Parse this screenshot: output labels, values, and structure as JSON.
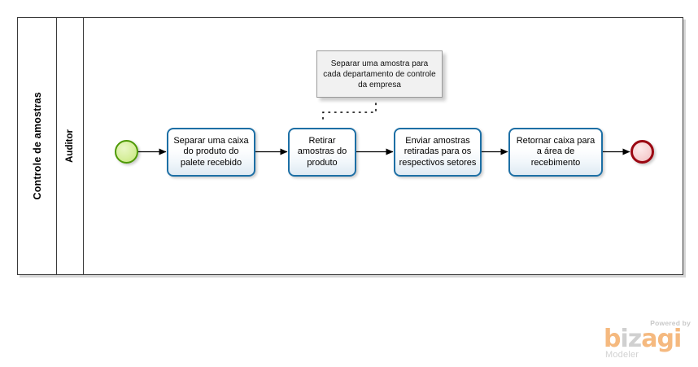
{
  "diagram": {
    "type": "bpmn-process",
    "pool": {
      "label": "Controle de amostras",
      "lanes": [
        {
          "label": "Auditor"
        }
      ]
    },
    "events": [
      {
        "id": "start",
        "kind": "start-event",
        "label": ""
      },
      {
        "id": "end",
        "kind": "end-event",
        "label": ""
      }
    ],
    "tasks": [
      {
        "id": "task-1",
        "label": "Separar uma  caixa do produto do palete recebido"
      },
      {
        "id": "task-2",
        "label": "Retirar amostras do produto"
      },
      {
        "id": "task-3",
        "label": "Enviar amostras retiradas para os respectivos setores"
      },
      {
        "id": "task-4",
        "label": "Retornar caixa para a área de recebimento"
      }
    ],
    "annotations": [
      {
        "id": "note-1",
        "label": "Separar uma amostra para cada departamento de controle da empresa",
        "attached_to": "task-2"
      }
    ],
    "colors": {
      "task_border": "#1d6fa5",
      "start_event_border": "#4e9a06",
      "end_event_border": "#9b0712",
      "pool_border": "#3a3a3a",
      "note_background": "#f1f1f1",
      "brand_orange": "#f5b97f"
    }
  },
  "branding": {
    "powered_by": "Powered by",
    "name_part_1": "b",
    "name_part_2": "iz",
    "name_part_3": "agi",
    "product": "Modeler"
  }
}
